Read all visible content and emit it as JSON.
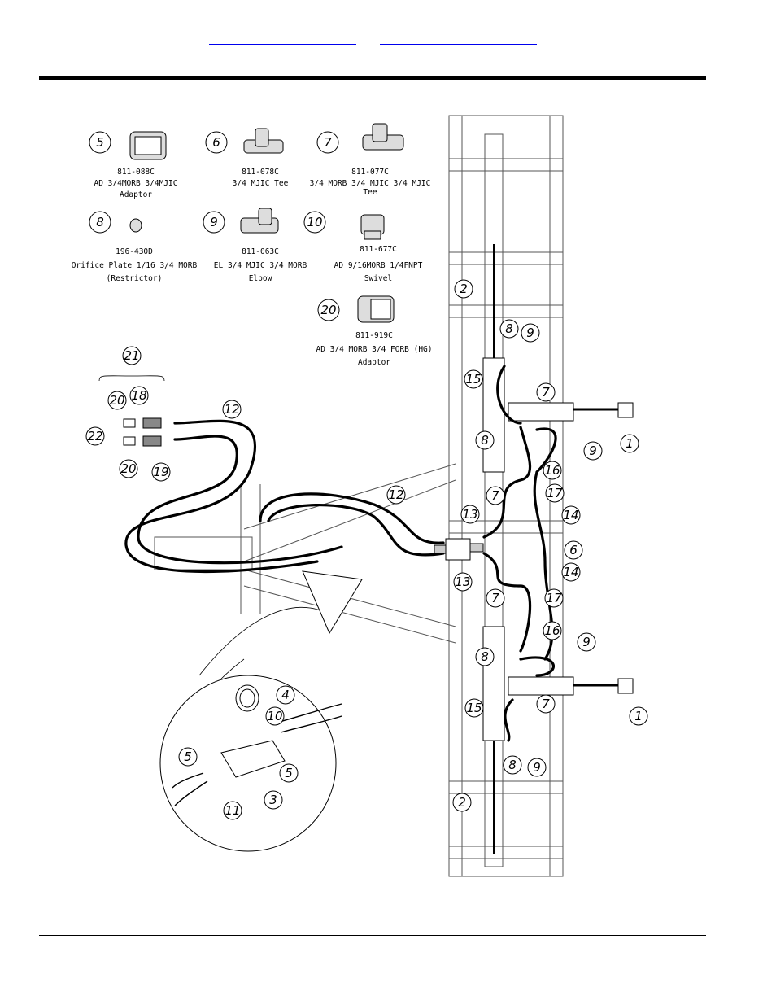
{
  "links": [
    "",
    ""
  ],
  "parts": [
    {
      "num": "5",
      "part": "811-088C",
      "desc1": "AD 3/4MORB 3/4MJIC",
      "desc2": "Adaptor"
    },
    {
      "num": "6",
      "part": "811-078C",
      "desc1": "3/4 MJIC Tee",
      "desc2": ""
    },
    {
      "num": "7",
      "part": "811-077C",
      "desc1": "3/4 MORB 3/4 MJIC 3/4 MJIC",
      "desc2": "Tee"
    },
    {
      "num": "8",
      "part": "196-430D",
      "desc1": "Orifice Plate 1/16 3/4 MORB",
      "desc2": "(Restrictor)"
    },
    {
      "num": "9",
      "part": "811-063C",
      "desc1": "EL 3/4 MJIC 3/4 MORB",
      "desc2": "Elbow"
    },
    {
      "num": "10",
      "part": "811-677C",
      "desc1": "AD 9/16MORB 1/4FNPT",
      "desc2": "Swivel"
    },
    {
      "num": "20",
      "part": "811-919C",
      "desc1": "AD 3/4 MORB 3/4 FORB (HG)",
      "desc2": "Adaptor"
    }
  ],
  "callouts": [
    "21",
    "20",
    "18",
    "22",
    "20",
    "19",
    "12",
    "12",
    "2",
    "8",
    "9",
    "15",
    "7",
    "1",
    "9",
    "8",
    "16",
    "7",
    "17",
    "14",
    "13",
    "6",
    "13",
    "14",
    "17",
    "7",
    "16",
    "9",
    "8",
    "7",
    "15",
    "1",
    "8",
    "9",
    "2",
    "4",
    "10",
    "5",
    "5",
    "11",
    "3"
  ]
}
